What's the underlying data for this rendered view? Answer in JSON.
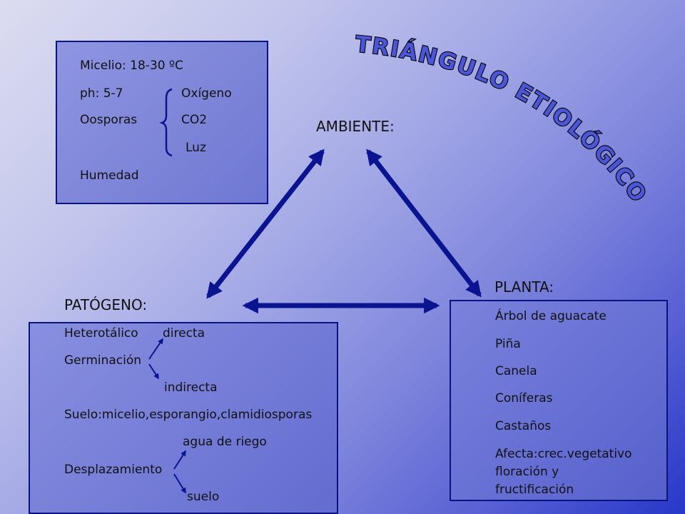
{
  "title": "TRIÁNGULO ETIOLÓGICO",
  "ambiente": {
    "heading": "AMBIENTE:",
    "micelio": "Micelio: 18-30 ºC",
    "ph": "ph: 5-7",
    "oosporas": "Oosporas",
    "humedad": "Humedad",
    "oxigeno": "Oxígeno",
    "co2": "CO2",
    "luz": "Luz"
  },
  "patogeno": {
    "heading": "PATÓGENO:",
    "heterotalico": "Heterotálico",
    "directa": "directa",
    "germinacion": "Germinación",
    "indirecta": "indirecta",
    "suelo_line": "Suelo:micelio,esporangio,clamidiosporas",
    "agua": "agua de riego",
    "desplazamiento": "Desplazamiento",
    "suelo": "suelo"
  },
  "planta": {
    "heading": "PLANTA:",
    "items": [
      "Árbol de aguacate",
      "Piña",
      "Canela",
      "Coníferas",
      "Castaños",
      "Afecta:crec.vegetativo"
    ],
    "afecta_2": "floración y",
    "afecta_3": "fructificación"
  },
  "colors": {
    "arrow": "#0a1490",
    "box_border": "#0a1480",
    "title_fill": "#4a55d8"
  }
}
